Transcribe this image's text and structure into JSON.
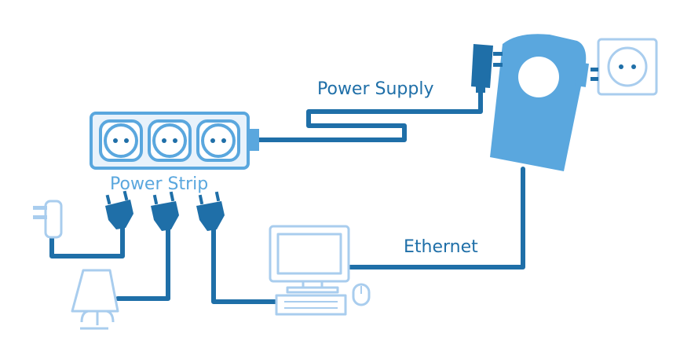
{
  "labels": {
    "power_supply": "Power Supply",
    "power_strip": "Power Strip",
    "ethernet": "Ethernet"
  },
  "colors": {
    "dark_blue": "#1f6fa8",
    "mid_blue": "#5aa7de",
    "light_blue": "#a9cdee",
    "pale_blue": "#e8f2fb"
  }
}
